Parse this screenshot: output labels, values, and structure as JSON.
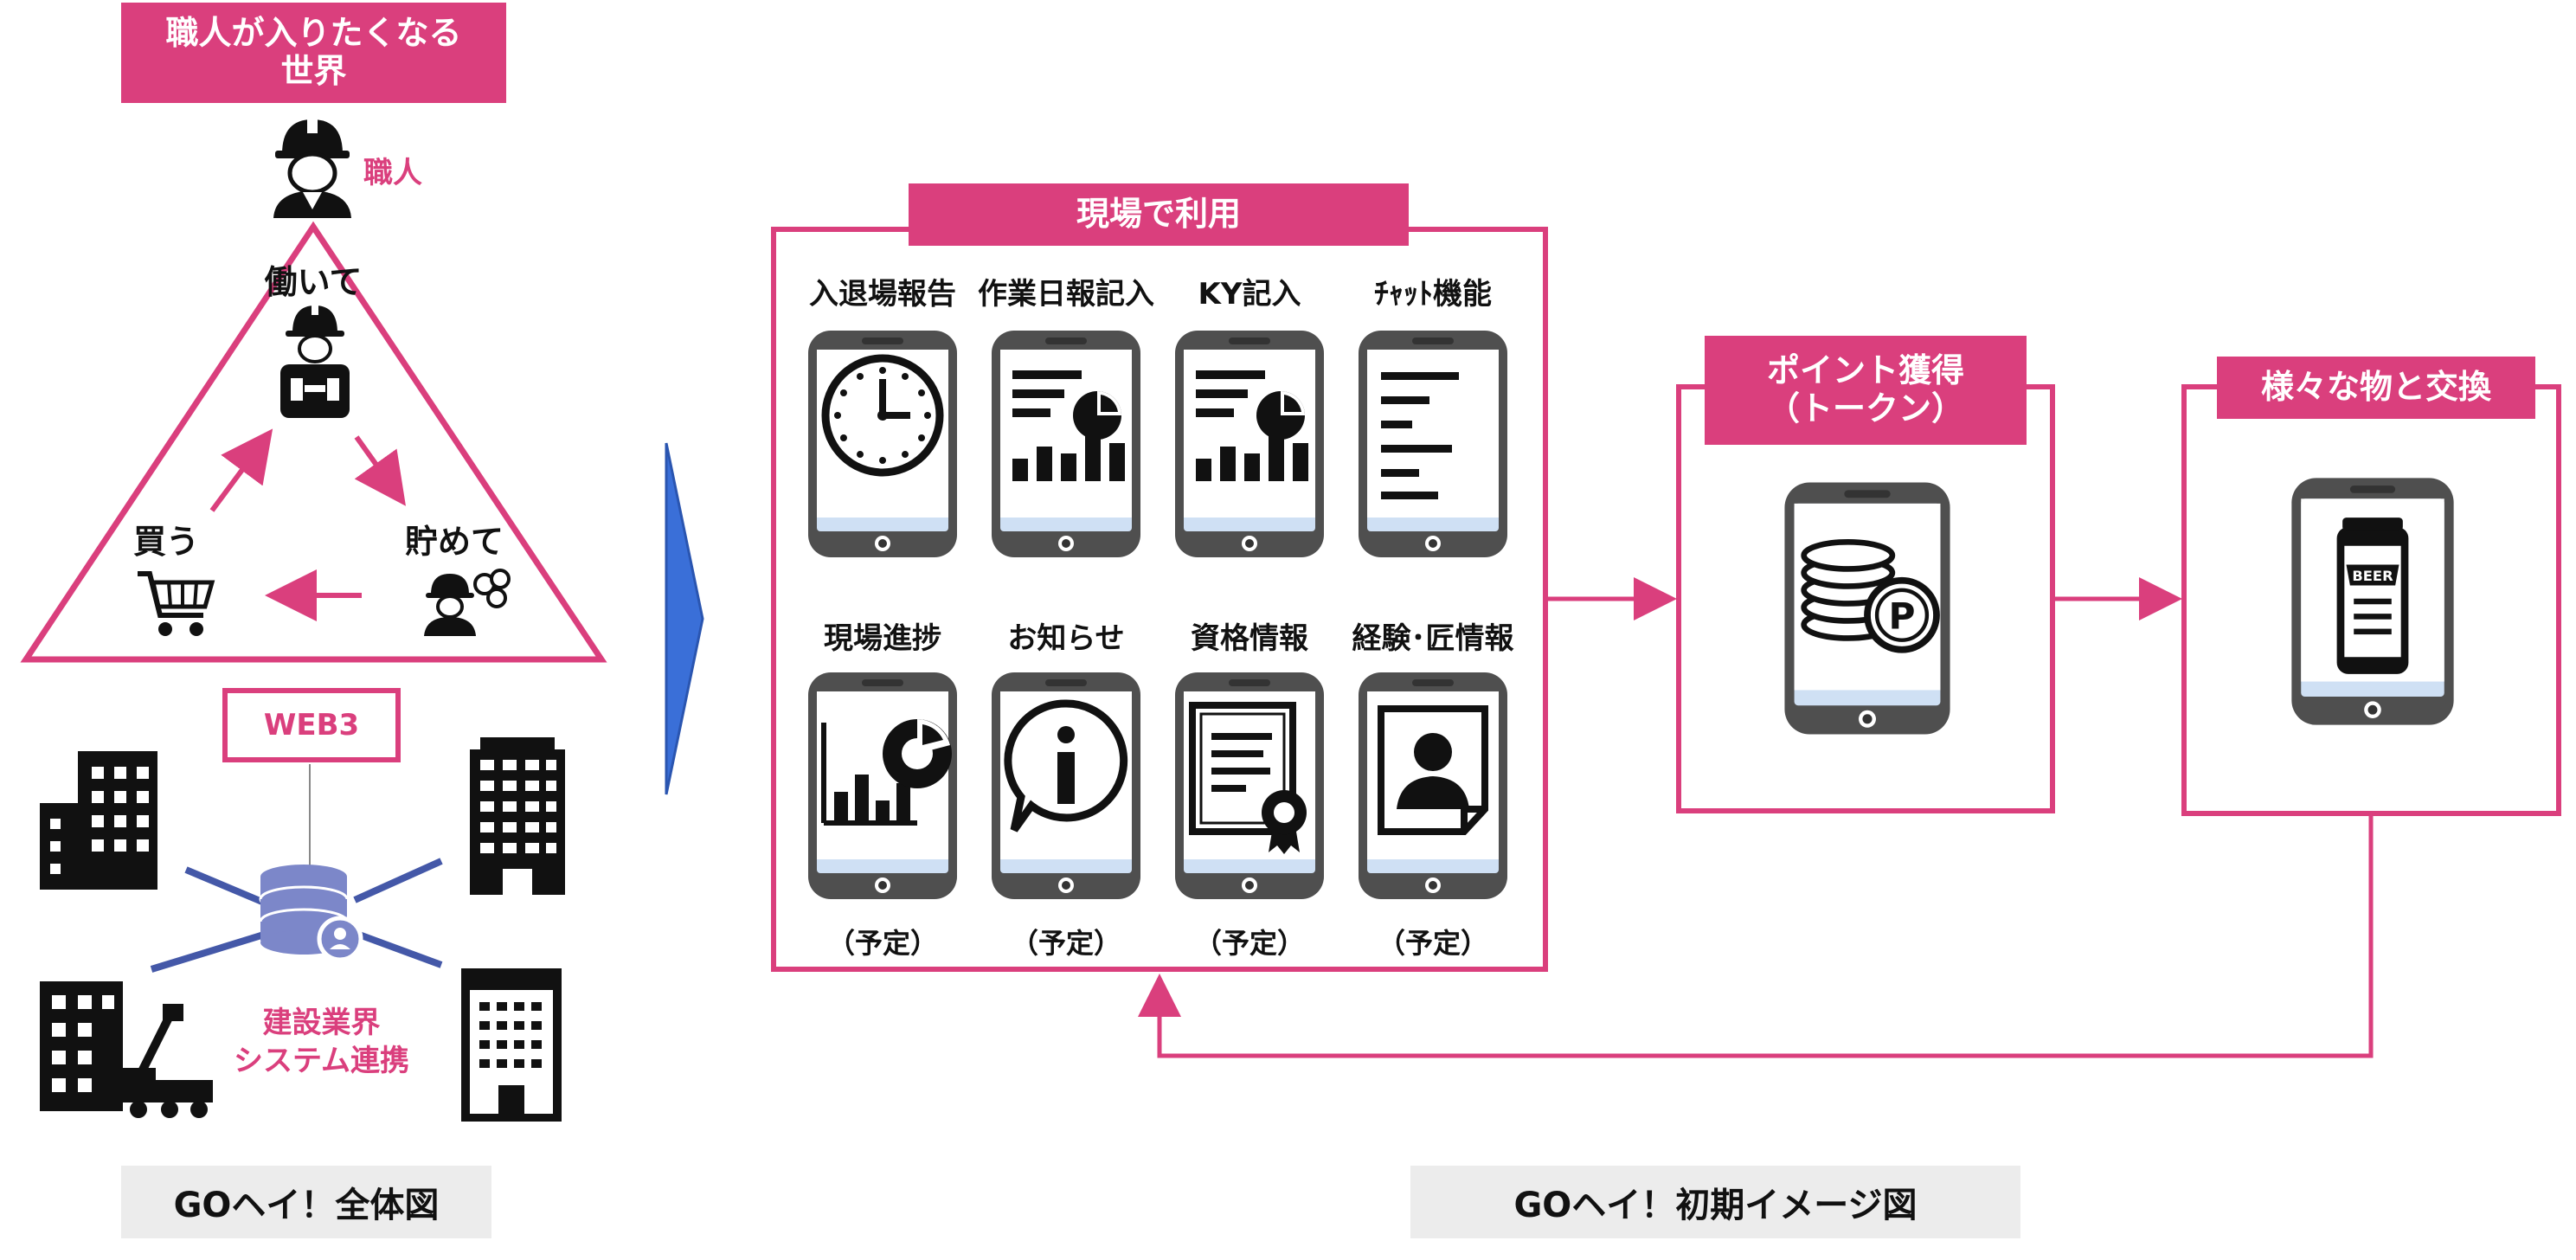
{
  "colors": {
    "accent": "#da3f7d",
    "chevron": "#3a6fd8",
    "icon": "#111111",
    "screen": "#cfe0f4",
    "phone_body": "#4f4f4f",
    "db": "#7c87c9",
    "link": "#4458a8"
  },
  "left": {
    "title": "職人が入りたくなる\n世界",
    "worker_label": "職人",
    "cycle": {
      "work": "働いて",
      "save": "貯めて",
      "buy": "買う"
    },
    "web3": "WEB3",
    "integration": "建設業界\nシステム連携",
    "caption": "GOヘイ！全体図"
  },
  "onsite": {
    "title": "現場で利用",
    "items": [
      {
        "label": "入退場報告",
        "icon": "clock-icon"
      },
      {
        "label": "作業日報記入",
        "icon": "report-chart-icon"
      },
      {
        "label": "KY記入",
        "icon": "report-chart-icon"
      },
      {
        "label": "ﾁｬｯﾄ機能",
        "icon": "chat-lines-icon"
      },
      {
        "label": "現場進捗",
        "icon": "progress-chart-icon",
        "note": "（予定）"
      },
      {
        "label": "お知らせ",
        "icon": "info-bubble-icon",
        "note": "（予定）"
      },
      {
        "label": "資格情報",
        "icon": "certificate-icon",
        "note": "（予定）"
      },
      {
        "label": "経験･匠情報",
        "icon": "profile-card-icon",
        "note": "（予定）"
      }
    ]
  },
  "points": {
    "title": "ポイント獲得\n（トークン）",
    "icon": "coins-point-icon"
  },
  "exchange": {
    "title": "様々な物と交換",
    "icon": "beer-can-icon",
    "can_text": "BEER"
  },
  "caption_right": "GOヘイ！初期イメージ図"
}
